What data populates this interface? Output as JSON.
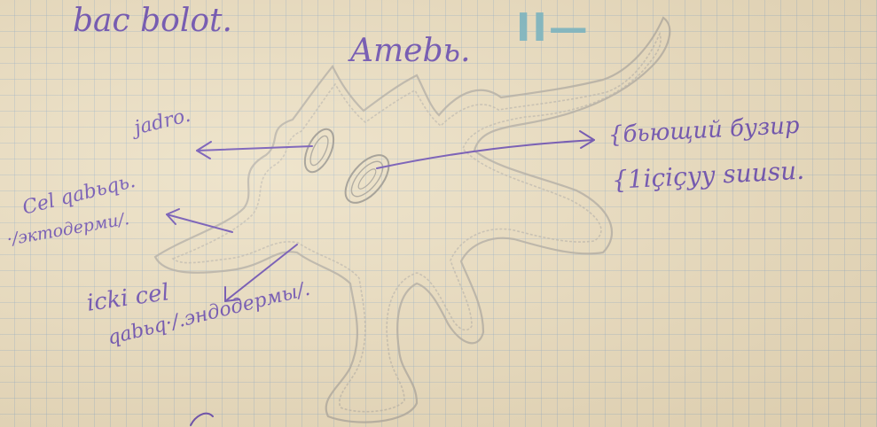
{
  "header_note": "bac bolot.",
  "title": "Amebь.",
  "page_mark": "II—",
  "labels": {
    "nucleus": "jadro.",
    "ectoderm_line1": "Cel qabьqь.",
    "ectoderm_line2": "·/эктодерми/.",
    "endoderm_line1": "icki cel",
    "endoderm_line2": "qabьq·/.эндодермы/.",
    "vacuole_line1": "{бьющий бузир",
    "vacuole_line2": "{1içiçyy suusu."
  },
  "colors": {
    "ink": "#5a3cb0",
    "pencil": "#9a9a9a",
    "teal": "#6fb2c4"
  }
}
